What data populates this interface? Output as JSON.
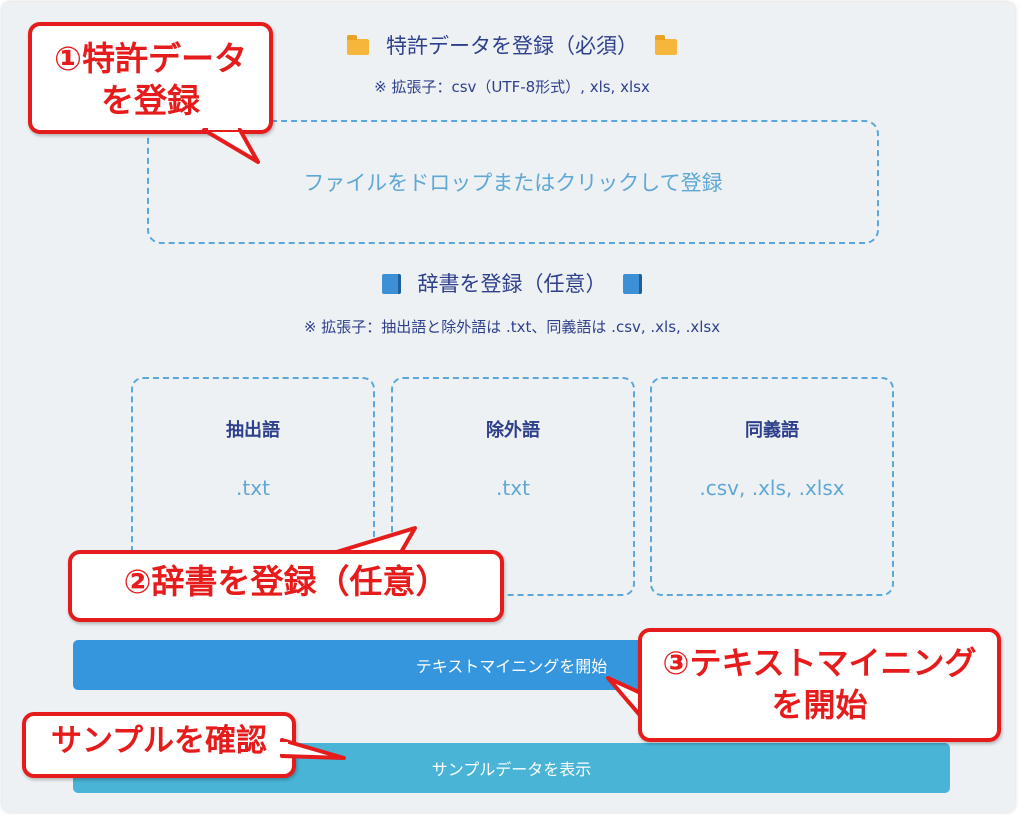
{
  "patent": {
    "title": "特許データを登録（必須）",
    "note": "※ 拡張子：csv（UTF-8形式）, xls, xlsx",
    "drop_text": "ファイルをドロップまたはクリックして登録",
    "icon": "folder-icon"
  },
  "dict": {
    "title": "辞書を登録（任意）",
    "note": "※ 拡張子：抽出語と除外語は .txt、同義語は .csv, .xls, .xlsx",
    "icon": "book-icon",
    "boxes": [
      {
        "name": "抽出語",
        "ext": ".txt"
      },
      {
        "name": "除外語",
        "ext": ".txt"
      },
      {
        "name": "同義語",
        "ext": ".csv, .xls, .xlsx"
      }
    ]
  },
  "buttons": {
    "start": "テキストマイニングを開始",
    "sample": "サンプルデータを表示"
  },
  "annotations": {
    "step1": "①特許データを登録",
    "step1_line1": "①特許データ",
    "step1_line2": "を登録",
    "step2": "②辞書を登録（任意）",
    "step3_line1": "③テキストマイニング",
    "step3_line2": "を開始",
    "sample": "サンプルを確認"
  },
  "colors": {
    "accent_red": "#e61b1b",
    "title_text": "#2e3f8c",
    "dashed_border": "#5aa7dc",
    "start_button": "#3596de",
    "sample_button": "#4ab4d6"
  }
}
